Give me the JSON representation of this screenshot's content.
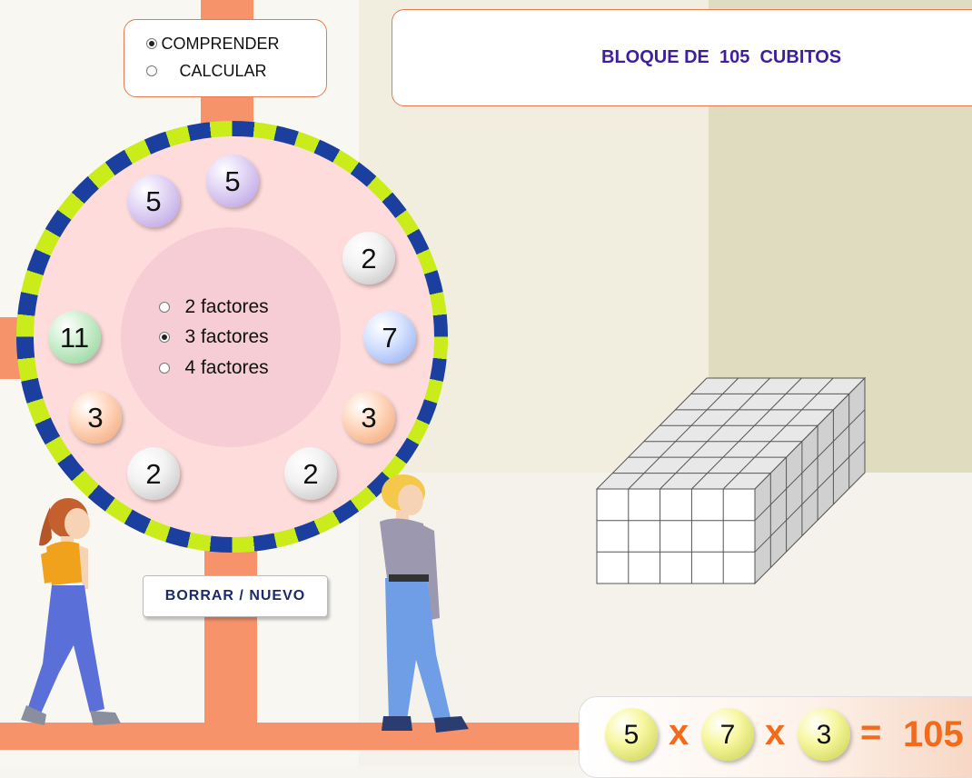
{
  "mode": {
    "options": [
      {
        "label": "COMPRENDER",
        "selected": true
      },
      {
        "label": "CALCULAR",
        "selected": false
      }
    ]
  },
  "title": "BLOQUE DE  105  CUBITOS",
  "wheel": {
    "balls": [
      "5",
      "5",
      "2",
      "7",
      "3",
      "2",
      "2",
      "3",
      "11"
    ],
    "factor_options": [
      {
        "label": "2 factores",
        "selected": false
      },
      {
        "label": "3 factores",
        "selected": true
      },
      {
        "label": "4 factores",
        "selected": false
      }
    ]
  },
  "reset_button": "BORRAR / NUEVO",
  "block": {
    "width_cubes": 5,
    "height_cubes": 3,
    "depth_cubes": 7
  },
  "equation": {
    "factors": [
      "5",
      "7",
      "3"
    ],
    "times": "x",
    "equals": "=",
    "result": "105"
  },
  "colors": {
    "accent": "#f26a1b",
    "title": "#3f1f9a",
    "wheel_blue": "#1b3f9e",
    "wheel_green": "#c9ec1a"
  }
}
